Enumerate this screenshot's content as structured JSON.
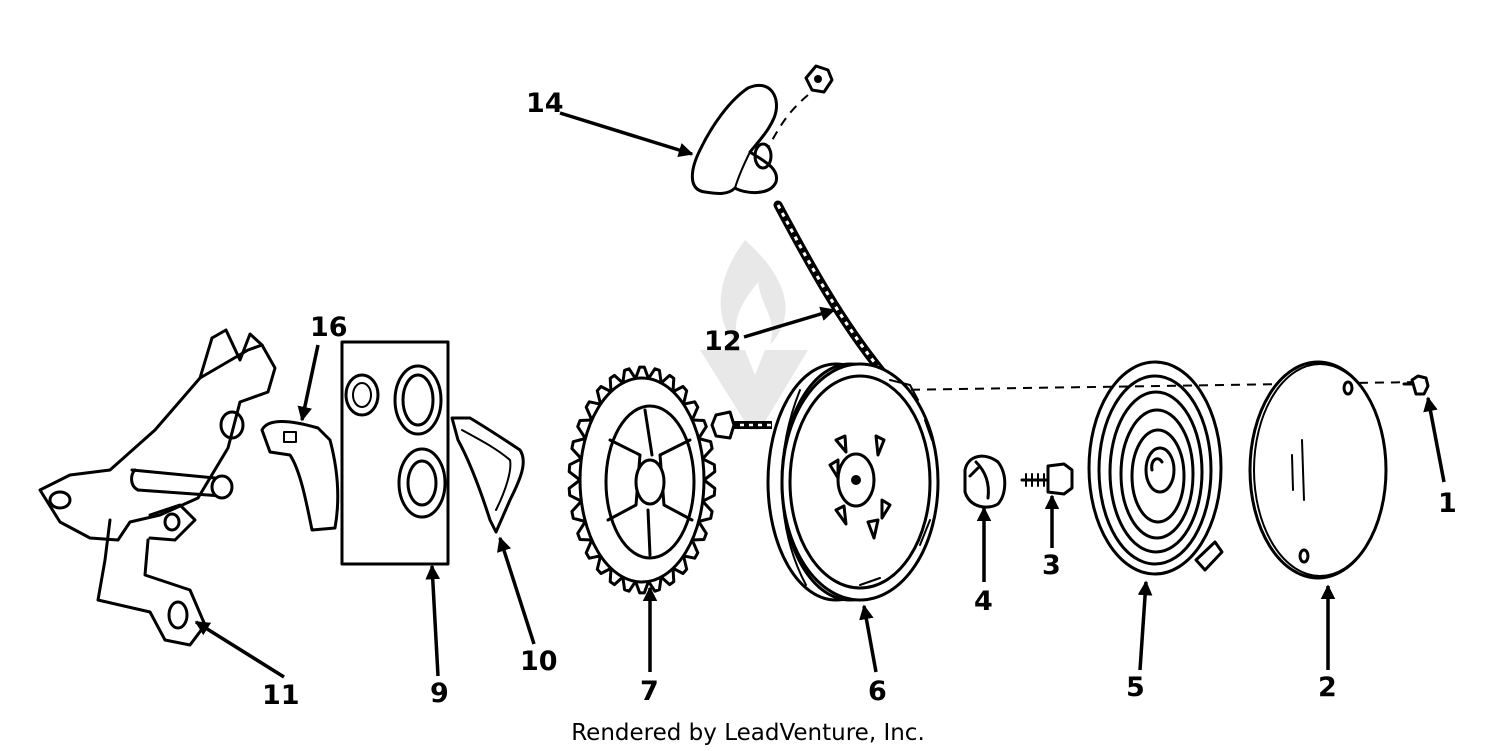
{
  "diagram": {
    "parts": [
      {
        "number": "1"
      },
      {
        "number": "2"
      },
      {
        "number": "3"
      },
      {
        "number": "4"
      },
      {
        "number": "5"
      },
      {
        "number": "6"
      },
      {
        "number": "7"
      },
      {
        "number": "9"
      },
      {
        "number": "10"
      },
      {
        "number": "11"
      },
      {
        "number": "12"
      },
      {
        "number": "14"
      },
      {
        "number": "16"
      }
    ],
    "footer": "Rendered by LeadVenture, Inc.",
    "colors": {
      "ink": "#000000",
      "background": "#ffffff",
      "watermark": "#e6e6e6"
    }
  }
}
